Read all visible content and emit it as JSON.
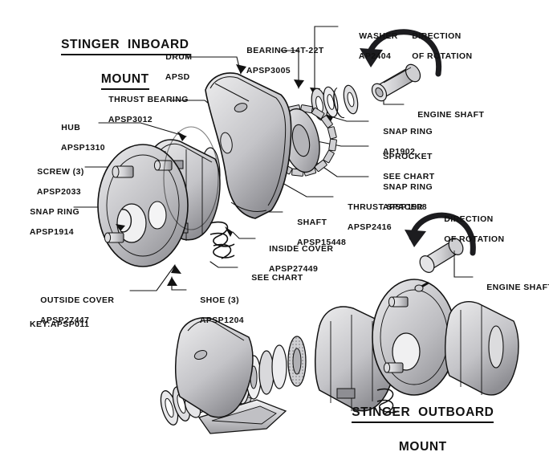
{
  "diagram": {
    "titles": [
      {
        "id": "inboard",
        "line1": "STINGER  INBOARD",
        "line2": "MOUNT"
      },
      {
        "id": "outboard",
        "line1": "STINGER  OUTBOARD",
        "line2": "MOUNT"
      }
    ],
    "key": "KEY:APSP011",
    "labels": [
      {
        "id": "drum",
        "line1": "DRUM",
        "line2": "APSD"
      },
      {
        "id": "bearing",
        "line1": "BEARING 14T-22T",
        "line2": "APSP3005"
      },
      {
        "id": "washer",
        "line1": "WASHER",
        "line2": "AP2404"
      },
      {
        "id": "direction-top",
        "line1": "DIRECTION",
        "line2": "OF ROTATION"
      },
      {
        "id": "thrust-bearing",
        "line1": "THRUST BEARING",
        "line2": "APSP3012"
      },
      {
        "id": "hub",
        "line1": "HUB",
        "line2": "APSP1310"
      },
      {
        "id": "engine-shaft-top",
        "line1": "ENGINE SHAFT",
        "line2": ""
      },
      {
        "id": "snap-ring-1902",
        "line1": "SNAP RING",
        "line2": "AP1902"
      },
      {
        "id": "sprocket",
        "line1": "SPROCKET",
        "line2": "SEE CHART"
      },
      {
        "id": "screw",
        "line1": "SCREW (3)",
        "line2": "APSP2033"
      },
      {
        "id": "snap-ring-1908",
        "line1": "SNAP RING",
        "line2": "APSP1908"
      },
      {
        "id": "snap-ring-1914",
        "line1": "SNAP RING",
        "line2": "APSP1914"
      },
      {
        "id": "thrust-spacer",
        "line1": "THRUST SPACER",
        "line2": "APSP2416"
      },
      {
        "id": "shaft",
        "line1": "SHAFT",
        "line2": "APSP15448"
      },
      {
        "id": "direction-bottom",
        "line1": "DIRECTION",
        "line2": "OF ROTATION"
      },
      {
        "id": "inside-cover",
        "line1": "INSIDE COVER",
        "line2": "APSP27449"
      },
      {
        "id": "see-chart",
        "line1": "SEE CHART",
        "line2": ""
      },
      {
        "id": "engine-shaft-bot",
        "line1": "ENGINE SHAFT",
        "line2": ""
      },
      {
        "id": "outside-cover",
        "line1": "OUTSIDE COVER",
        "line2": "APSP27447"
      },
      {
        "id": "shoe",
        "line1": "SHOE (3)",
        "line2": "APSP1204"
      }
    ],
    "colors": {
      "ink": "#111111",
      "paper": "#ffffff",
      "metal_light": "#e9e9ea",
      "metal_mid": "#c9c9cb",
      "metal_dark": "#9a9a9d",
      "metal_shadow": "#6e6e72",
      "dark_part": "#2b2b2e"
    }
  }
}
